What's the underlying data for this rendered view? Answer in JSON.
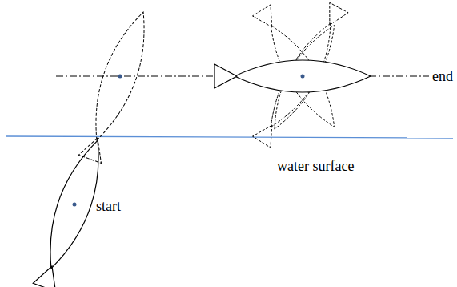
{
  "diagram": {
    "labels": [
      "end",
      "water surface",
      "start"
    ]
  }
}
